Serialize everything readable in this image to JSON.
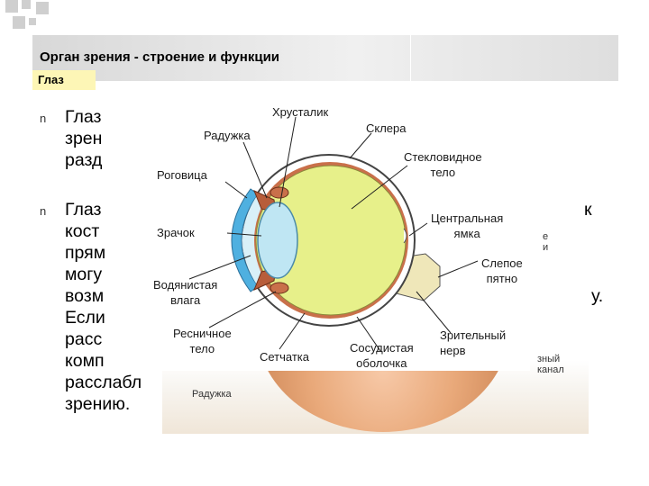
{
  "slide": {
    "title": "Орган зрения - строение и функции",
    "subtitle": "Глаз",
    "bullet_marker": "n",
    "bullets": [
      "Глаз\nзрен\nразд",
      "Глаз\nкост\nпрям\nмогу\nвозм\nЕсли\nрасс\nкомп\nрасслабл\nзрению."
    ],
    "right_fragments": [
      "к",
      "у."
    ]
  },
  "diagram": {
    "labels": {
      "lens": "Хрусталик",
      "iris": "Радужка",
      "sclera": "Склера",
      "vitreous": "Стекловидное\nтело",
      "cornea": "Роговица",
      "pupil": "Зрачок",
      "fovea": "Центральная\nямка",
      "blind_spot": "Слепое\nпятно",
      "aqueous": "Водянистая\nвлага",
      "ciliary": "Ресничное\nтело",
      "retina": "Сетчатка",
      "choroid": "Сосудистая\nоболочка",
      "optic_nerve": "Зрительный\nнерв"
    },
    "colors": {
      "vitreous": "#e7f08a",
      "lens": "#bfe6f3",
      "cornea": "#4fb0e0",
      "muscle": "#c9704a",
      "nerve": "#efe7b9"
    }
  },
  "background_photo": {
    "labels": {
      "iris": "Радужка",
      "canal": "зный\nканал",
      "behind_fragment": "е\nи"
    }
  }
}
